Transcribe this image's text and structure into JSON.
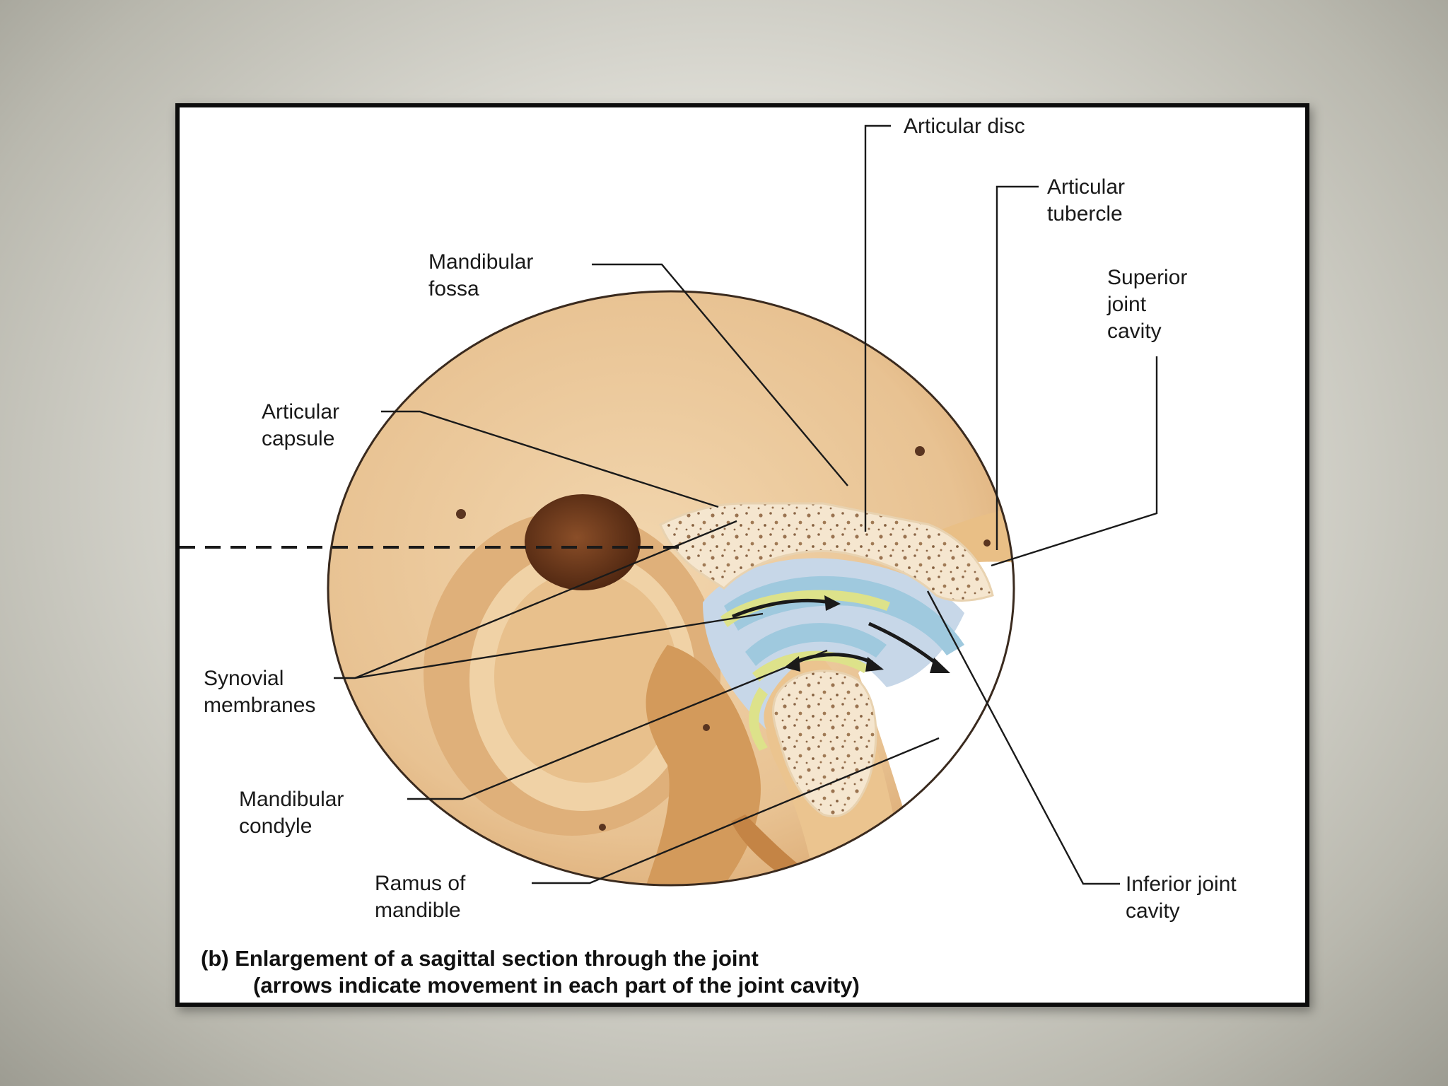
{
  "labels": {
    "articular_disc": "Articular disc",
    "articular_tubercle_1": "Articular",
    "articular_tubercle_2": "tubercle",
    "mandibular_fossa_1": "Mandibular",
    "mandibular_fossa_2": "fossa",
    "superior_joint_cavity_1": "Superior",
    "superior_joint_cavity_2": "joint",
    "superior_joint_cavity_3": "cavity",
    "articular_capsule_1": "Articular",
    "articular_capsule_2": "capsule",
    "synovial_membranes_1": "Synovial",
    "synovial_membranes_2": "membranes",
    "mandibular_condyle_1": "Mandibular",
    "mandibular_condyle_2": "condyle",
    "ramus_1": "Ramus of",
    "ramus_2": "mandible",
    "inferior_joint_cavity_1": "Inferior joint",
    "inferior_joint_cavity_2": "cavity"
  },
  "caption": {
    "line1": "(b) Enlargement of a sagittal section through the joint",
    "line2": "(arrows indicate movement in each part of the joint cavity)"
  },
  "colors": {
    "bone": "#ecc99a",
    "bone_dark": "#c98f4f",
    "spongy_bone": "#f5e6cf",
    "disc": "#9fc9de",
    "synovial": "#dde28a",
    "capsule_cavity": "#c7d7e8",
    "frame": "#0c0c0c"
  }
}
